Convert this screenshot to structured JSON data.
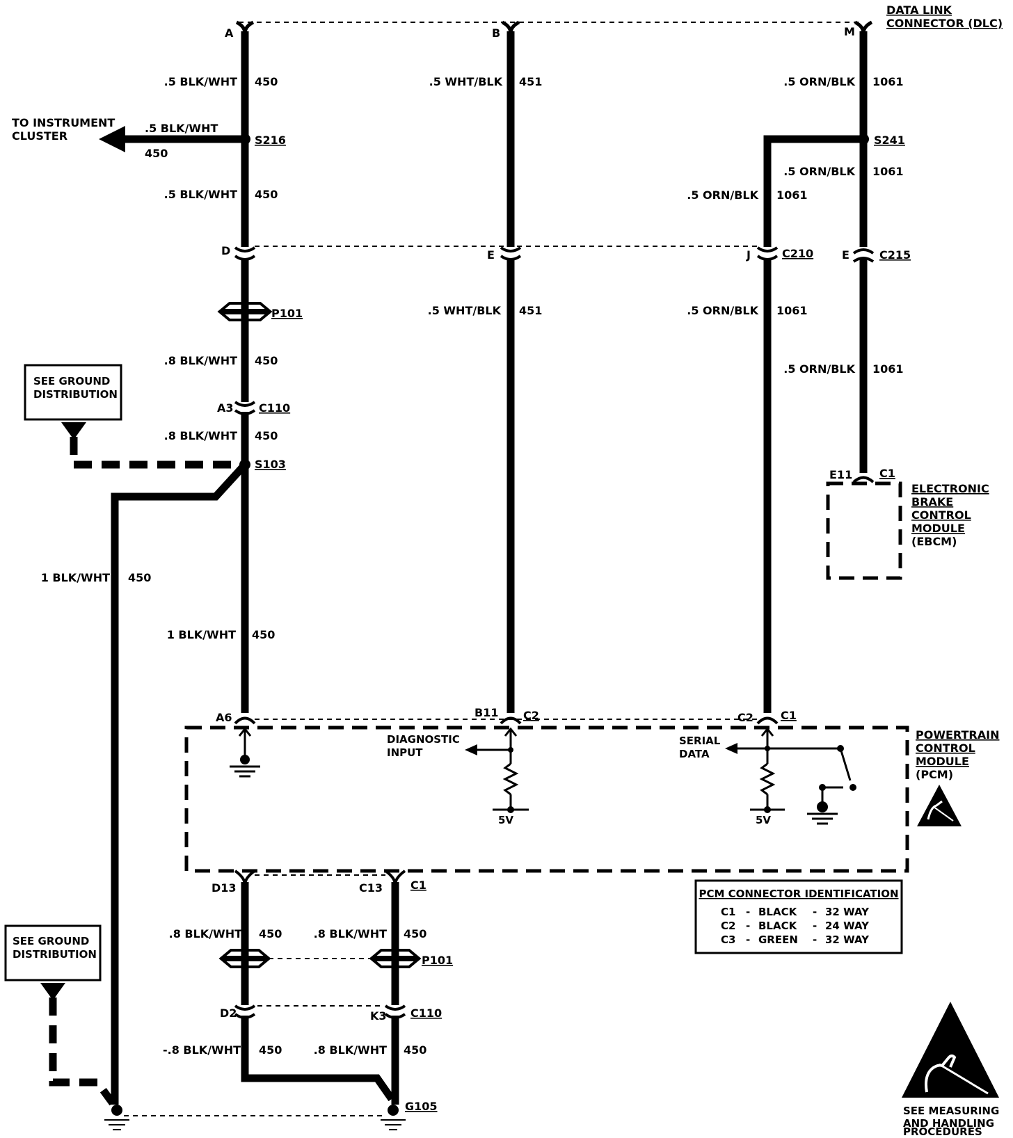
{
  "dlc": {
    "title_line1": "DATA LINK",
    "title_line2": "CONNECTOR (DLC)",
    "pin_a": "A",
    "pin_b": "B",
    "pin_m": "M"
  },
  "wires": {
    "blk_wht_05": ".5 BLK/WHT",
    "blk_wht_08": ".8 BLK/WHT",
    "blk_wht_08_dash": "-.8 BLK/WHT",
    "blk_wht_1": "1 BLK/WHT",
    "wht_blk_05": ".5 WHT/BLK",
    "orn_blk_05": ".5 ORN/BLK",
    "circuit_450": "450",
    "circuit_451": "451",
    "circuit_1061": "1061"
  },
  "instrument_cluster": {
    "line1": "TO INSTRUMENT",
    "line2": "CLUSTER"
  },
  "splices": {
    "s216": "S216",
    "s241": "S241",
    "s103": "S103"
  },
  "connectors": {
    "d": "D",
    "e": "E",
    "j": "J",
    "e2": "E",
    "c210": "C210",
    "c215": "C215",
    "p101": "P101",
    "a3": "A3",
    "c110": "C110",
    "e11": "E11",
    "c1": "C1",
    "a6": "A6",
    "b11": "B11",
    "c2": "C2",
    "d13": "D13",
    "c13": "C13",
    "d2": "D2",
    "k3": "K3",
    "g105": "G105"
  },
  "ground_ref": {
    "line1": "SEE GROUND",
    "line2": "DISTRIBUTION"
  },
  "ebcm": {
    "line1": "ELECTRONIC",
    "line2": "BRAKE",
    "line3": "CONTROL",
    "line4": "MODULE",
    "line5": "(EBCM)"
  },
  "pcm": {
    "line1": "POWERTRAIN",
    "line2": "CONTROL",
    "line3": "MODULE",
    "line4": "(PCM)",
    "diag_line1": "DIAGNOSTIC",
    "diag_line2": "INPUT",
    "serial_line1": "SERIAL",
    "serial_line2": "DATA",
    "volt": "5V"
  },
  "pcm_connector_id": {
    "title": "PCM CONNECTOR IDENTIFICATION",
    "rows": [
      {
        "name": "C1",
        "sep1": "-",
        "color": "BLACK",
        "sep2": "-",
        "size": "32 WAY"
      },
      {
        "name": "C2",
        "sep1": "-",
        "color": "BLACK",
        "sep2": "-",
        "size": "24 WAY"
      },
      {
        "name": "C3",
        "sep1": "-",
        "color": "GREEN",
        "sep2": "-",
        "size": "32 WAY"
      }
    ]
  },
  "esd_note": {
    "line1": "SEE MEASURING",
    "line2": "AND HANDLING",
    "line3": "PROCEDURES"
  }
}
